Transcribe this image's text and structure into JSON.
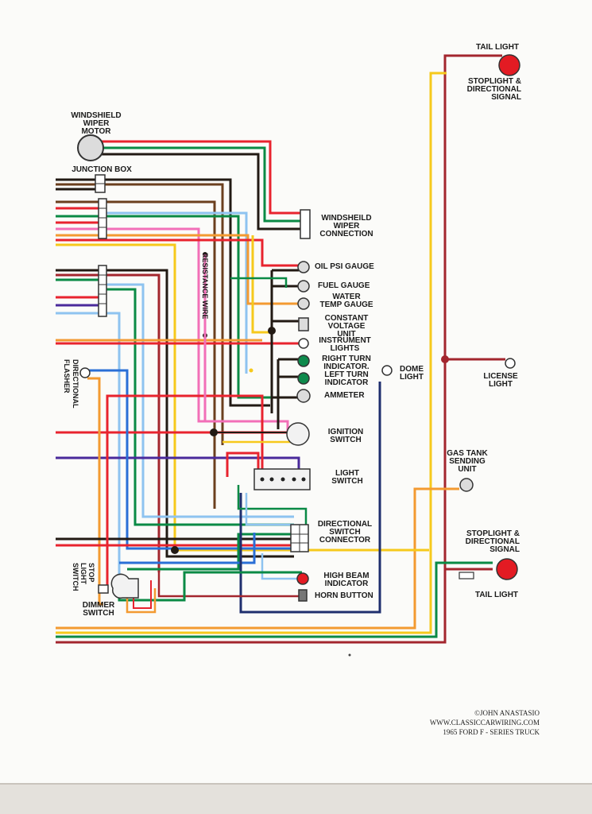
{
  "labels": {
    "tail_light_top": "TAIL LIGHT",
    "stoplight_top": "STOPLIGHT &\nDIRECTIONAL\nSIGNAL",
    "wiper_motor": "WINDSHIELD\nWIPER\nMOTOR",
    "junction_box": "JUNCTION BOX",
    "wiper_connection": "WINDSHEILD\nWIPER\nCONNECTION",
    "oil_gauge": "OIL PSI GAUGE",
    "fuel_gauge": "FUEL GAUGE",
    "water_temp": "WATER\nTEMP GAUGE",
    "cvu": "CONSTANT\nVOLTAGE\nUNIT",
    "instrument_lights": "INSTRUMENT\nLIGHTS",
    "right_turn": "RIGHT TURN\nINDICATOR.",
    "left_turn": "LEFT TURN\nINDICATOR",
    "ammeter": "AMMETER",
    "dome_light": "DOME\nLIGHT",
    "license_light": "LICENSE\nLIGHT",
    "resistance_wire": "RESISTANCE WIRE",
    "directional_flasher": "DIRECTIONAL\nFLASHER",
    "ignition_switch": "IGNITION\nSWITCH",
    "light_switch": "LIGHT\nSWITCH",
    "gas_tank": "GAS TANK\nSENDING\nUNIT",
    "dir_switch_connector": "DIRECTIONAL\nSWITCH\nCONNECTOR",
    "stoplight_bottom": "STOPLIGHT &\nDIRECTIONAL\nSIGNAL",
    "tail_light_bottom": "TAIL LIGHT",
    "high_beam": "HIGH BEAM\nINDICATOR",
    "horn_button": "HORN BUTTON",
    "stop_light_switch": "STOP\nLIGHT\nSWITCH",
    "dimmer_switch": "DIMMER\nSWITCH"
  },
  "credits": {
    "author": "©JOHN ANASTASIO",
    "website": "WWW.CLASSICCARWIRING.COM",
    "vehicle": "1965 FORD F - SERIES TRUCK"
  },
  "colors": {
    "red": "#e8232e",
    "yellow": "#f6c91c",
    "green": "#0a8a45",
    "darkred": "#a3262e",
    "black": "#221a14",
    "brown": "#6b3f1e",
    "pink": "#f26fb8",
    "orange": "#f39a31",
    "blue": "#2a6fd6",
    "lightblue": "#8ec3f0",
    "purple": "#4a2a9b",
    "navy": "#1f2f6e",
    "lamp_red": "#e31b23",
    "indicator_green": "#0e8a4c",
    "gauge_gray": "#dcdcdc"
  }
}
